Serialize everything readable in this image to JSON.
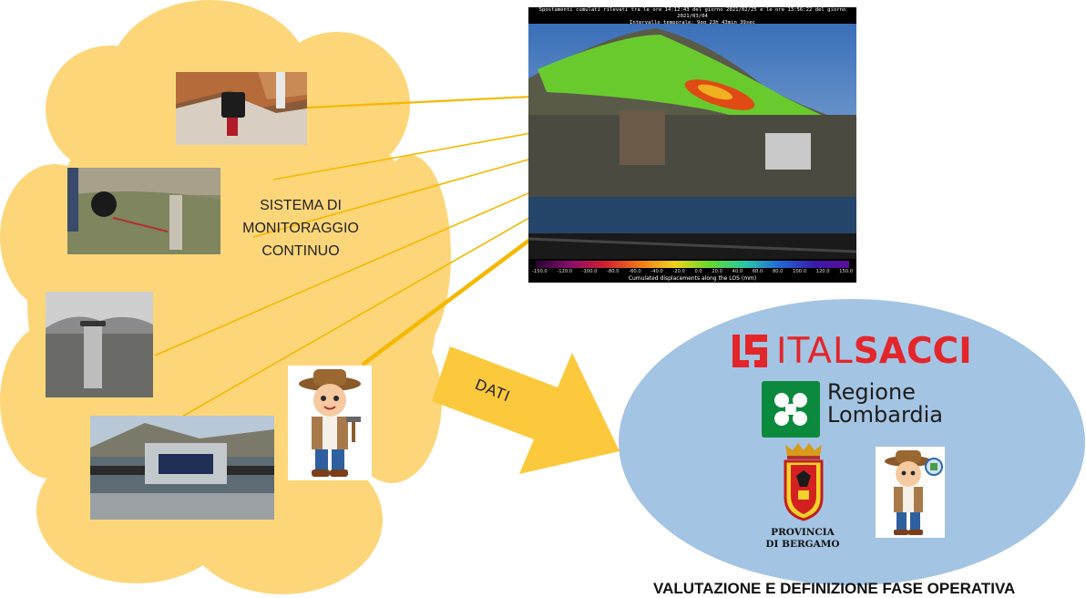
{
  "cloud": {
    "label_lines": [
      "SISTEMA DI",
      "MONITORAGGIO",
      "CONTINUO"
    ]
  },
  "arrow_label": "DATI",
  "radar": {
    "header_line1": "Spostamenti cumulati rilevati tra le ore 14:12:43 del giorno 2021/02/25 e le ore 13:56:22 del giorno 2021/03/04",
    "header_line2": "Intervallo temporale: 9gg 23h 43min 39sec",
    "colorbar_ticks": [
      "-150.0",
      "-120.0",
      "-100.0",
      "-80.0",
      "-60.0",
      "-40.0",
      "-20.0",
      "0.0",
      "20.0",
      "40.0",
      "60.0",
      "80.0",
      "100.0",
      "120.0",
      "150.0"
    ],
    "colorbar_caption": "Cumulated displacements along the LOS (mm)"
  },
  "logos": {
    "italsacci_part1": "ITAL",
    "italsacci_part2": "SACCI",
    "regione_line1": "Regione",
    "regione_line2": "Lombardia",
    "provincia_line1": "PROVINCIA",
    "provincia_line2": "DI BERGAMO"
  },
  "bottom_title": "VALUTAZIONE E DEFINIZIONE FASE OPERATIVA",
  "colors": {
    "cloud": "#fdd67a",
    "ellipse": "#a4c4e4",
    "arrow": "#fcc93c",
    "connector": "#f5b800",
    "italsacci_red": "#e3262a",
    "regione_green": "#0b8a3e"
  }
}
